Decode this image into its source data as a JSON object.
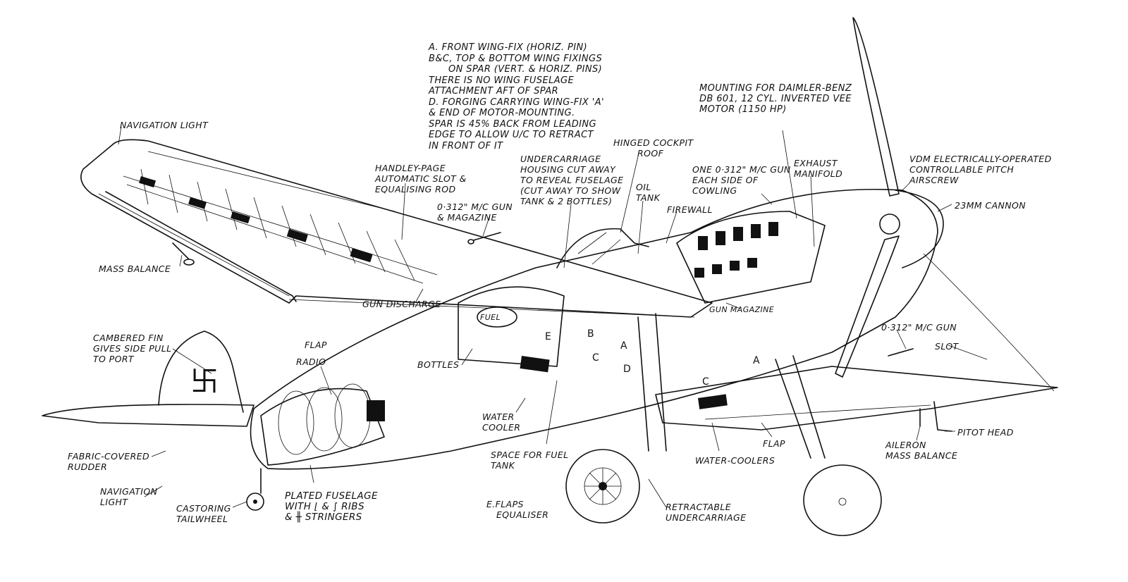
{
  "labels": {
    "nav_light_top": "NAVIGATION LIGHT",
    "mass_balance": "MASS BALANCE",
    "handley_page": [
      "HANDLEY-PAGE",
      "AUTOMATIC SLOT &",
      "EQUALISING ROD"
    ],
    "gun_magazine_wing": [
      "0·312\" M/C GUN",
      "& MAGAZINE"
    ],
    "gun_discharge": "GUN DISCHARGE",
    "cambered_fin": [
      "CAMBERED FIN",
      "GIVES SIDE PULL",
      "TO PORT"
    ],
    "flap_left": "FLAP",
    "radio": "RADIO",
    "bottles": "BOTTLES",
    "fuel": "FUEL",
    "fabric_rudder": [
      "FABRIC-COVERED",
      "RUDDER"
    ],
    "nav_light_tail": [
      "NAVIGATION",
      "LIGHT"
    ],
    "castoring_tailwheel": [
      "CASTORING",
      "TAILWHEEL"
    ],
    "plated_fuselage": [
      "PLATED FUSELAGE",
      "WITH ⌊ & ∫ RIBS",
      "& ╫ STRINGERS"
    ],
    "water_cooler": [
      "WATER",
      "COOLER"
    ],
    "space_fuel_tank": [
      "SPACE FOR FUEL",
      "TANK"
    ],
    "flaps_equaliser": [
      "E.FLAPS",
      "EQUALISER"
    ],
    "retractable_uc": [
      "RETRACTABLE",
      "UNDERCARRIAGE"
    ],
    "water_coolers": "WATER-COOLERS",
    "flap_right": "FLAP",
    "aileron_mass": [
      "AILERON",
      "MASS BALANCE"
    ],
    "pitot_head": "PITOT HEAD",
    "gun_right": "0·312\" M/C GUN",
    "slot": "SLOT",
    "cannon": "23MM CANNON",
    "vdm_airscrew": [
      "VDM ELECTRICALLY-OPERATED",
      "CONTROLLABLE PITCH",
      "AIRSCREW"
    ],
    "exhaust": [
      "EXHAUST",
      "MANIFOLD"
    ],
    "mounting": [
      "MOUNTING FOR DAIMLER-BENZ",
      "DB 601, 12 CYL. INVERTED VEE",
      "MOTOR (1150 HP)"
    ],
    "cowling_gun": [
      "ONE 0·312\" M/C GUN",
      "EACH SIDE OF",
      "COWLING"
    ],
    "firewall": "FIREWALL",
    "oil_tank": [
      "OIL",
      "TANK"
    ],
    "cockpit_roof": [
      "HINGED COCKPIT",
      "ROOF"
    ],
    "uc_housing": [
      "UNDERCARRIAGE",
      "HOUSING CUT AWAY",
      "TO REVEAL FUSELAGE",
      "(CUT AWAY TO SHOW",
      "TANK & 2 BOTTLES)"
    ],
    "gun_magazine_nose": "GUN MAGAZINE",
    "notes": [
      "A. FRONT WING-FIX (HORIZ. PIN)",
      "B&C, TOP & BOTTOM WING FIXINGS",
      "   ON SPAR (VERT. & HORIZ. PINS)",
      "THERE IS NO WING FUSELAGE",
      "ATTACHMENT AFT OF SPAR",
      "D. FORGING CARRYING WING-FIX 'A'",
      "& END OF MOTOR-MOUNTING.",
      "SPAR IS 45% BACK FROM LEADING",
      "EDGE TO ALLOW U/C TO RETRACT",
      "IN FRONT OF IT"
    ]
  },
  "letters": {
    "a1": "A",
    "b": "B",
    "c1": "C",
    "d": "D",
    "e": "E",
    "a2": "A",
    "c2": "C"
  },
  "colors": {
    "ink": "#111111",
    "paper": "#ffffff"
  }
}
